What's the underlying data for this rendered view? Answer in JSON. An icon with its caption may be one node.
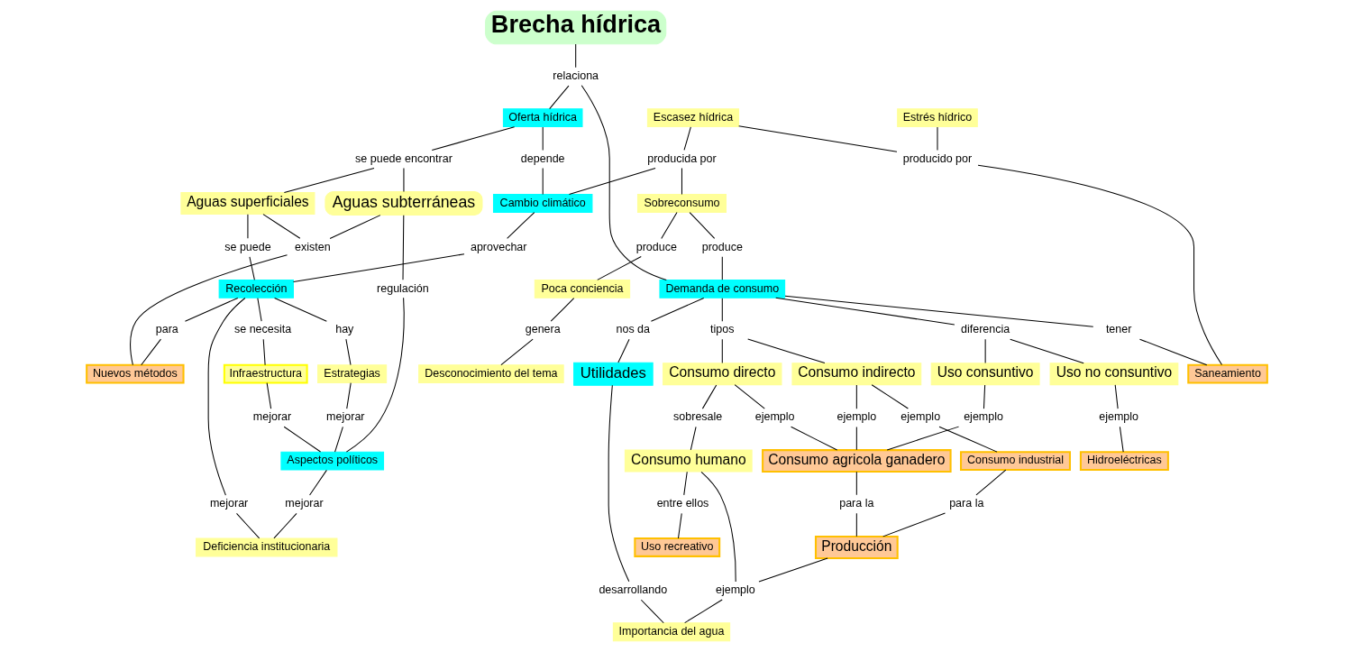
{
  "diagram": {
    "nodes": [
      {
        "text": [
          "Brecha hídrica"
        ]
      },
      {
        "text": [
          "Escasez hídrica"
        ]
      },
      {
        "text": [
          "Sobreconsumo"
        ]
      },
      {
        "text": [
          "Poca conciencia"
        ]
      },
      {
        "text": [
          "Desconocimiento del tema"
        ]
      },
      {
        "text": [
          "Consumo indirecto"
        ]
      },
      {
        "text": [
          "Producción"
        ]
      },
      {
        "text": [
          "Estrés hídrico"
        ]
      },
      {
        "text": [
          "Oferta hídrica"
        ]
      },
      {
        "text": [
          "Demanda de consumo"
        ]
      },
      {
        "text": [
          "Consumo industrial"
        ]
      },
      {
        "text": [
          "Consumo directo"
        ]
      },
      {
        "text": [
          "Consumo agricola ganadero"
        ]
      },
      {
        "text": [
          "Saneamiento"
        ]
      },
      {
        "text": [
          "Aguas superficiales"
        ]
      },
      {
        "text": [
          "Uso consuntivo"
        ]
      },
      {
        "text": [
          "Cambio climático"
        ]
      },
      {
        "text": [
          "Aguas subterráneas"
        ]
      },
      {
        "text": [
          "Utilidades"
        ]
      },
      {
        "text": [
          "Consumo humano"
        ]
      },
      {
        "text": [
          "Uso no consuntivo"
        ]
      },
      {
        "text": [
          "Uso recreativo"
        ]
      },
      {
        "text": [
          "Nuevos métodos"
        ]
      },
      {
        "text": [
          "Aspectos políticos"
        ]
      },
      {
        "text": [
          "Hidroeléctricas"
        ]
      },
      {
        "text": [
          "Recolección"
        ]
      },
      {
        "text": [
          "Estrategias"
        ]
      },
      {
        "text": [
          "Importancia del agua"
        ]
      },
      {
        "text": [
          "Infraestructura"
        ]
      },
      {
        "text": [
          "Deficiencia institucionaria"
        ]
      },
      {
        "text": [
          "produce"
        ]
      },
      {
        "text": [
          "genera"
        ]
      },
      {
        "text": [
          "producida por"
        ]
      },
      {
        "text": [
          "relaciona"
        ]
      },
      {
        "text": [
          "produce"
        ]
      },
      {
        "text": [
          "ejemplo"
        ]
      },
      {
        "text": [
          "para la"
        ]
      },
      {
        "text": [
          "depende"
        ]
      },
      {
        "text": [
          "tipos"
        ]
      },
      {
        "text": [
          "ejemplo"
        ]
      },
      {
        "text": [
          "para la"
        ]
      },
      {
        "text": [
          "producido por"
        ]
      },
      {
        "text": [
          "se puede encontrar"
        ]
      },
      {
        "text": [
          "ejemplo"
        ]
      },
      {
        "text": [
          "tener"
        ]
      },
      {
        "text": [
          "sobresale"
        ]
      },
      {
        "text": [
          "diferencia"
        ]
      },
      {
        "text": [
          "ejemplo"
        ]
      },
      {
        "text": [
          "nos da"
        ]
      },
      {
        "text": [
          "se puede"
        ]
      },
      {
        "text": [
          "existen"
        ]
      },
      {
        "text": [
          "regulación"
        ]
      },
      {
        "text": [
          "aprovechar"
        ]
      },
      {
        "text": [
          "desarrollando"
        ]
      },
      {
        "text": [
          "ejemplo"
        ]
      },
      {
        "text": [
          "entre ellos"
        ]
      },
      {
        "text": [
          "ejemplo"
        ]
      },
      {
        "text": [
          "para"
        ]
      },
      {
        "text": [
          "hay"
        ]
      },
      {
        "text": [
          "mejorar"
        ]
      },
      {
        "text": [
          "se necesita"
        ]
      },
      {
        "text": [
          "mejorar"
        ]
      },
      {
        "text": [
          "mejorar"
        ]
      },
      {
        "text": [
          "mejorar"
        ]
      }
    ],
    "edges": [
      {
        "from": 2,
        "to": 30,
        "arrow": "none"
      },
      {
        "from": 30,
        "to": 3,
        "arrow": "none"
      },
      {
        "from": 3,
        "to": 31,
        "arrow": "none"
      },
      {
        "from": 31,
        "to": 4,
        "arrow": "none"
      },
      {
        "from": 1,
        "to": 32,
        "arrow": "none"
      },
      {
        "from": 32,
        "to": 2,
        "arrow": "none"
      },
      {
        "from": 32,
        "to": 16,
        "arrow": "none"
      },
      {
        "from": 0,
        "to": 33,
        "arrow": "none"
      },
      {
        "from": 33,
        "to": 8,
        "arrow": "none"
      },
      {
        "from": 33,
        "to": 9,
        "arrow": "none"
      },
      {
        "from": 2,
        "to": 34,
        "arrow": "none"
      },
      {
        "from": 34,
        "to": 9,
        "arrow": "none"
      },
      {
        "from": 5,
        "to": 35,
        "arrow": "none"
      },
      {
        "from": 35,
        "to": 10,
        "arrow": "none"
      },
      {
        "from": 10,
        "to": 36,
        "arrow": "none"
      },
      {
        "from": 36,
        "to": 6,
        "arrow": "none"
      },
      {
        "from": 8,
        "to": 37,
        "arrow": "none"
      },
      {
        "from": 37,
        "to": 16,
        "arrow": "none"
      },
      {
        "from": 9,
        "to": 38,
        "arrow": "none"
      },
      {
        "from": 38,
        "to": 5,
        "arrow": "none"
      },
      {
        "from": 38,
        "to": 11,
        "arrow": "none"
      },
      {
        "from": 5,
        "to": 39,
        "arrow": "none"
      },
      {
        "from": 39,
        "to": 12,
        "arrow": "none"
      },
      {
        "from": 12,
        "to": 40,
        "arrow": "none"
      },
      {
        "from": 40,
        "to": 6,
        "arrow": "none"
      },
      {
        "from": 7,
        "to": 41,
        "arrow": "none"
      },
      {
        "from": 1,
        "to": 41,
        "arrow": "none"
      },
      {
        "from": 41,
        "to": 13,
        "arrow": "none"
      },
      {
        "from": 8,
        "to": 42,
        "arrow": "none"
      },
      {
        "from": 42,
        "to": 14,
        "arrow": "none"
      },
      {
        "from": 42,
        "to": 17,
        "arrow": "none"
      },
      {
        "from": 11,
        "to": 43,
        "arrow": "none"
      },
      {
        "from": 43,
        "to": 12,
        "arrow": "none"
      },
      {
        "from": 9,
        "to": 44,
        "arrow": "none"
      },
      {
        "from": 44,
        "to": 13,
        "arrow": "none"
      },
      {
        "from": 11,
        "to": 45,
        "arrow": "none"
      },
      {
        "from": 45,
        "to": 19,
        "arrow": "none"
      },
      {
        "from": 9,
        "to": 46,
        "arrow": "none"
      },
      {
        "from": 46,
        "to": 15,
        "arrow": "none"
      },
      {
        "from": 46,
        "to": 20,
        "arrow": "none"
      },
      {
        "from": 15,
        "to": 47,
        "arrow": "none"
      },
      {
        "from": 47,
        "to": 12,
        "arrow": "none"
      },
      {
        "from": 9,
        "to": 48,
        "arrow": "none"
      },
      {
        "from": 48,
        "to": 18,
        "arrow": "none"
      },
      {
        "from": 14,
        "to": 49,
        "arrow": "none"
      },
      {
        "from": 49,
        "to": 25,
        "arrow": "none"
      },
      {
        "from": 14,
        "to": 50,
        "arrow": "none"
      },
      {
        "from": 17,
        "to": 50,
        "arrow": "none"
      },
      {
        "from": 50,
        "to": 22,
        "arrow": "none"
      },
      {
        "from": 17,
        "to": 51,
        "arrow": "none"
      },
      {
        "from": 51,
        "to": 23,
        "arrow": "none"
      },
      {
        "from": 16,
        "to": 52,
        "arrow": "none"
      },
      {
        "from": 52,
        "to": 25,
        "arrow": "none"
      },
      {
        "from": 18,
        "to": 53,
        "arrow": "none"
      },
      {
        "from": 53,
        "to": 27,
        "arrow": "none"
      },
      {
        "from": 20,
        "to": 54,
        "arrow": "none"
      },
      {
        "from": 54,
        "to": 24,
        "arrow": "none"
      },
      {
        "from": 19,
        "to": 55,
        "arrow": "none"
      },
      {
        "from": 55,
        "to": 21,
        "arrow": "none"
      },
      {
        "from": 19,
        "to": 56,
        "arrow": "none"
      },
      {
        "from": 6,
        "to": 56,
        "arrow": "none"
      },
      {
        "from": 56,
        "to": 27,
        "arrow": "none"
      },
      {
        "from": 25,
        "to": 57,
        "arrow": "none"
      },
      {
        "from": 57,
        "to": 22,
        "arrow": "none"
      },
      {
        "from": 25,
        "to": 58,
        "arrow": "none"
      },
      {
        "from": 58,
        "to": 26,
        "arrow": "none"
      },
      {
        "from": 26,
        "to": 59,
        "arrow": "none"
      },
      {
        "from": 59,
        "to": 23,
        "arrow": "none"
      },
      {
        "from": 25,
        "to": 60,
        "arrow": "none"
      },
      {
        "from": 60,
        "to": 28,
        "arrow": "none"
      },
      {
        "from": 28,
        "to": 61,
        "arrow": "none"
      },
      {
        "from": 61,
        "to": 23,
        "arrow": "none"
      },
      {
        "from": 23,
        "to": 62,
        "arrow": "none"
      },
      {
        "from": 62,
        "to": 29,
        "arrow": "none"
      },
      {
        "from": 25,
        "to": 63,
        "arrow": "none"
      },
      {
        "from": 63,
        "to": 29,
        "arrow": "none"
      }
    ]
  }
}
